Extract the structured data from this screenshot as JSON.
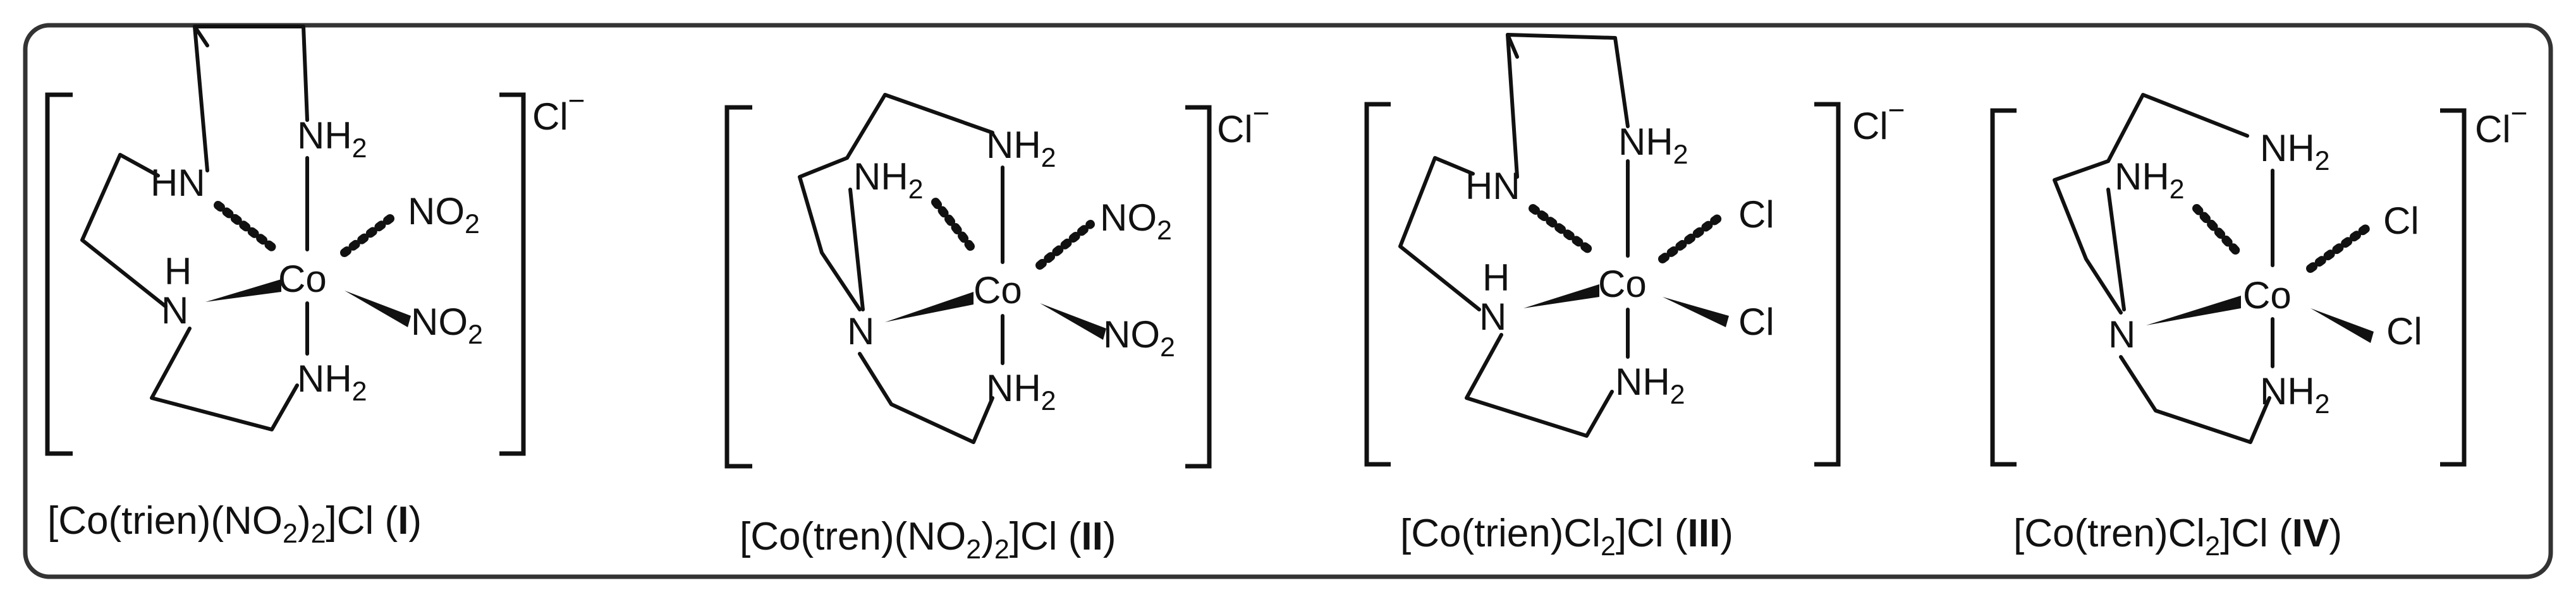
{
  "atoms": {
    "cobalt": "Co",
    "nh2": "NH",
    "nh2_sub": "2",
    "hn": "HN",
    "n": "N",
    "h": "H",
    "no2": "NO",
    "no2_sub": "2",
    "cl": "Cl"
  },
  "counter_ion": {
    "symbol": "Cl",
    "charge": "−"
  },
  "complexes": [
    {
      "caption_main": "[Co(trien)(NO",
      "caption_sub": "2",
      "caption_mid": ")",
      "caption_sub2": "2",
      "caption_end": "]Cl (",
      "roman": "I",
      "caption_close": ")"
    },
    {
      "caption_main": "[Co(tren)(NO",
      "caption_sub": "2",
      "caption_mid": ")",
      "caption_sub2": "2",
      "caption_end": "]Cl (",
      "roman": "II",
      "caption_close": ")"
    },
    {
      "caption_main": "[Co(trien)Cl",
      "caption_sub": "2",
      "caption_end": "]Cl (",
      "roman": "III",
      "caption_close": ")"
    },
    {
      "caption_main": "[Co(tren)Cl",
      "caption_sub": "2",
      "caption_end": "]Cl (",
      "roman": "IV",
      "caption_close": ")"
    }
  ],
  "colors": {
    "bond": "#111111",
    "frame": "#333333",
    "background": "#ffffff"
  }
}
